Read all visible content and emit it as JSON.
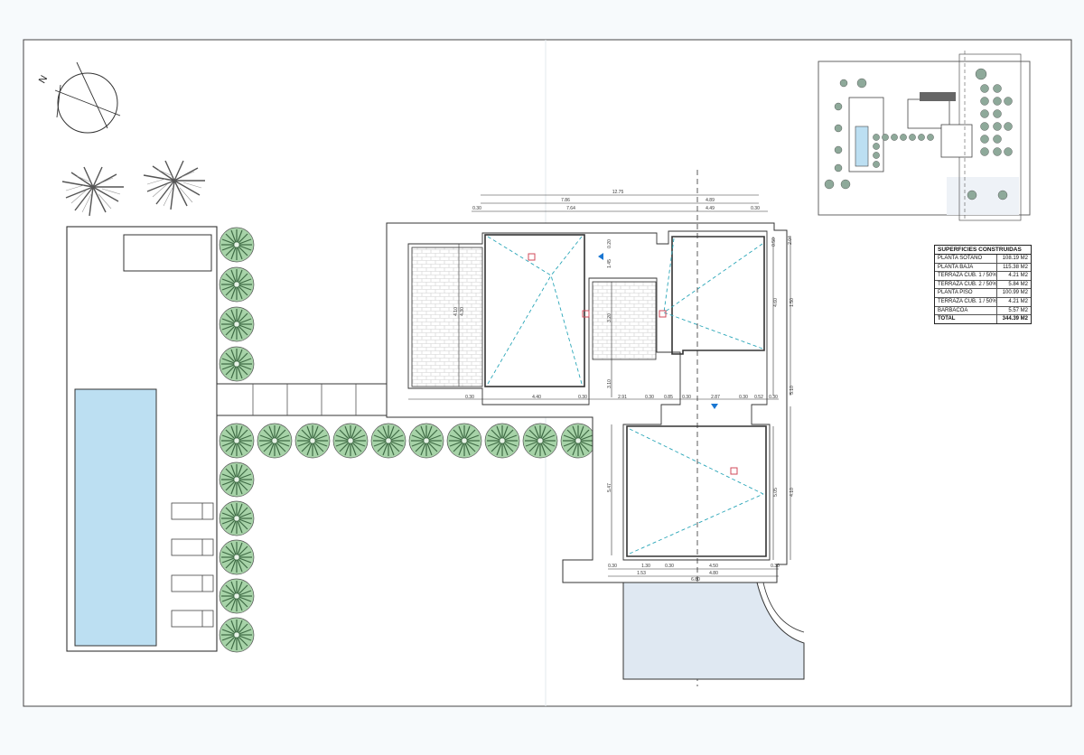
{
  "compass": {
    "label": "N",
    "icon": "north-arrow-icon"
  },
  "dimensions": {
    "top_total": "12.75",
    "top_segment_1": "7.86",
    "top_segment_2": "4.89",
    "top_inner_1": "7.64",
    "top_inner_2": "4.49",
    "wall_1": "0.30",
    "mid_1": "4.40",
    "mid_2": "2.91",
    "mid_3": "0.85",
    "mid_4": "2.87",
    "mid_5": "0.52",
    "bottom_1": "1.30",
    "bottom_2": "4.50",
    "bottom_3": "1.53",
    "bottom_4": "4.80",
    "bottom_5": "6.80",
    "left_v1": "4.10",
    "left_v2": "4.30",
    "inner_v1": "3.20",
    "inner_v2": "1.45",
    "inner_v3": "3.10",
    "right_v1": "1.50",
    "right_v2": "4.60",
    "right_v3": "5.10",
    "lower_v1": "5.47",
    "lower_v2": "5.05",
    "lower_v3": "4.10",
    "small_1": "0.20",
    "small_2": "0.50",
    "small_3": "2.04"
  },
  "surfaces": {
    "title": "SUPERFICIES CONSTRUIDAS",
    "rows": [
      {
        "label": "PLANTA SÓTANO",
        "value": "108.19 M2"
      },
      {
        "label": "PLANTA BAJA",
        "value": "115.38 M2"
      },
      {
        "label": "TERRAZA CUB. 1 / 50%",
        "value": "4.21 M2"
      },
      {
        "label": "TERRAZA CUB. 2 / 50%",
        "value": "5.84 M2"
      },
      {
        "label": "PLANTA PISO",
        "value": "100.99 M2"
      },
      {
        "label": "TERRAZA CUB. 1 / 50%",
        "value": "4.21 M2"
      },
      {
        "label": "BARBACOA",
        "value": "5.57 M2"
      }
    ],
    "total": {
      "label": "TOTAL",
      "value": "344.39 M2"
    }
  },
  "colors": {
    "pool": "#bcdff2",
    "tree": "#9ccc9e",
    "line": "#333333",
    "dash": "#2aa6b8",
    "paving": "#dfe8f2",
    "marker": "#d14a5a",
    "arrow": "#1976d2"
  }
}
